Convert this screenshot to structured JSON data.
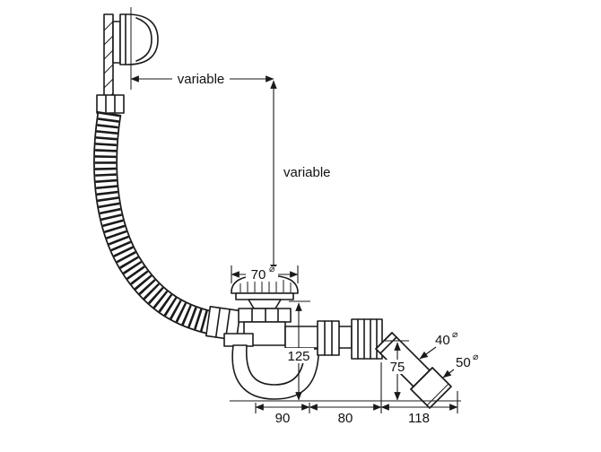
{
  "colors": {
    "background": "#ffffff",
    "line": "#1a1a1a",
    "text": "#111111"
  },
  "diagram": {
    "dims": {
      "horizontal_variable": "variable",
      "vertical_variable": "variable",
      "strainer_diameter": "70",
      "body_height": "125",
      "outlet_drop": "75",
      "pipe_diameter_small": "40",
      "pipe_diameter_large": "50",
      "bottom_left": "90",
      "bottom_middle": "80",
      "bottom_right": "118",
      "diameter_symbol": "⌀"
    }
  }
}
